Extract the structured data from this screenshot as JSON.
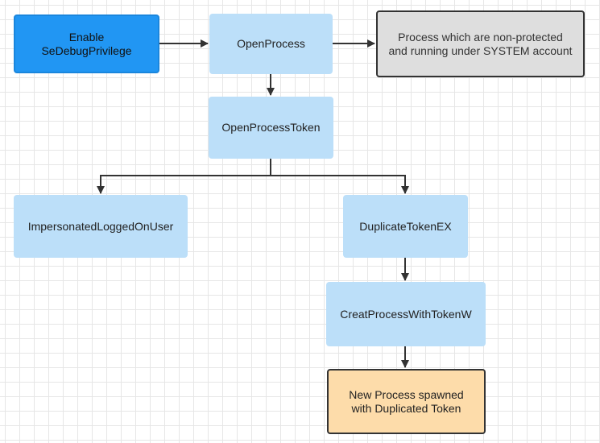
{
  "diagram": {
    "nodes": {
      "enable_privilege": "Enable\nSeDebugPrivilege",
      "open_process": "OpenProcess",
      "target_process": "Process which are non-protected\nand running under SYSTEM account",
      "open_process_token": "OpenProcessToken",
      "impersonate": "ImpersonatedLoggedOnUser",
      "duplicate_token": "DuplicateTokenEX",
      "create_process": "CreatProcessWithTokenW",
      "new_process": "New Process spawned\nwith Duplicated Token"
    },
    "colors": {
      "primary_node": "#2196f3",
      "light_node": "#bcdff9",
      "grey_node": "#dedede",
      "orange_node": "#fddcaa",
      "edge": "#333333"
    },
    "edges": [
      [
        "enable_privilege",
        "open_process"
      ],
      [
        "open_process",
        "target_process"
      ],
      [
        "open_process",
        "open_process_token"
      ],
      [
        "open_process_token",
        "impersonate"
      ],
      [
        "open_process_token",
        "duplicate_token"
      ],
      [
        "duplicate_token",
        "create_process"
      ],
      [
        "create_process",
        "new_process"
      ]
    ]
  }
}
